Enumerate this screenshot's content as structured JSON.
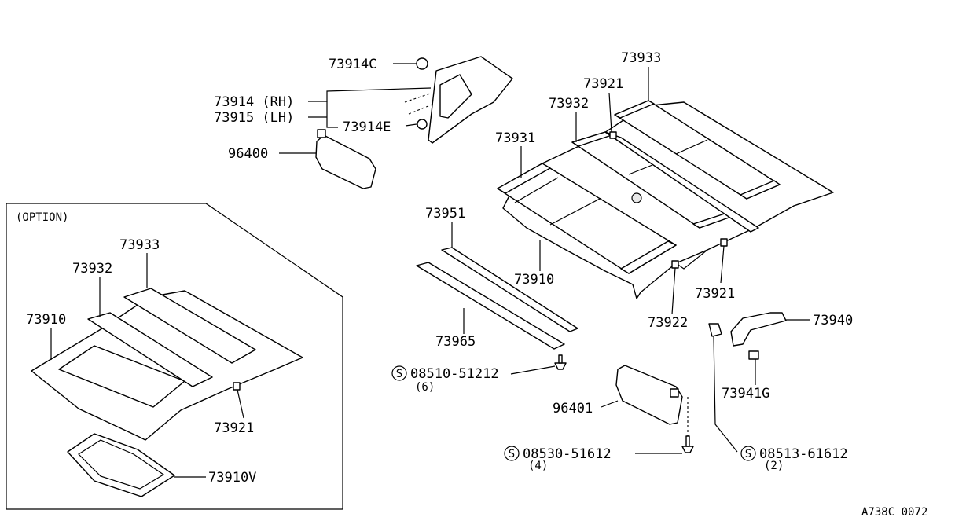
{
  "diagram_code": "A738C 0072",
  "option_box": {
    "title": "(OPTION)"
  },
  "labels": {
    "p73914c": "73914C",
    "p73914rh": "73914 (RH)",
    "p73915lh": "73915 (LH)",
    "p73914e": "73914E",
    "p96400": "96400",
    "p73933": "73933",
    "p73921_top": "73921",
    "p73932": "73932",
    "p73931": "73931",
    "p73951": "73951",
    "p73910": "73910",
    "p73921_right": "73921",
    "p73922": "73922",
    "p73940": "73940",
    "p73965": "73965",
    "p73941g": "73941G",
    "p96401": "96401",
    "screw1_code": "08510-51212",
    "screw1_qty": "(6)",
    "screw2_code": "08530-51612",
    "screw2_qty": "(4)",
    "screw3_code": "08513-61612",
    "screw3_qty": "(2)",
    "opt_73933": "73933",
    "opt_73932": "73932",
    "opt_73910": "73910",
    "opt_73921": "73921",
    "opt_73910v": "73910V"
  },
  "screw_symbol": "S"
}
